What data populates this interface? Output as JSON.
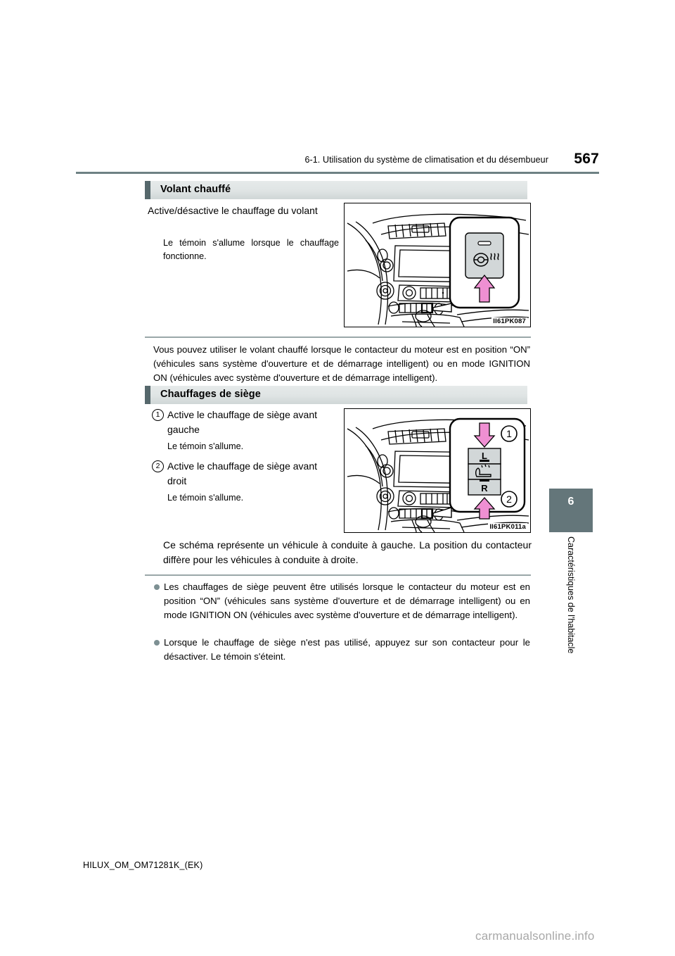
{
  "header": {
    "section_title": "6-1. Utilisation du système de climatisation et du désembueur",
    "page_number": "567"
  },
  "side_tab": {
    "chapter_number": "6",
    "chapter_label": "Caractéristiques de l'habitacle"
  },
  "sections": [
    {
      "id": "volant-chauffe",
      "title": "Volant chauffé",
      "lead": "Active/désactive le chauffage du volant",
      "sub": "Le témoin s'allume lorsque le chauffage fonctionne.",
      "figure_caption": "II61PK087",
      "note": "Vous pouvez utiliser le volant chauffé lorsque le contacteur du moteur est en position “ON” (véhicules sans système d'ouverture et de démarrage intelligent) ou en mode IGNITION ON (véhicules avec système d'ouverture et de démarrage intelligent)."
    },
    {
      "id": "chauffages-de-siege",
      "title": "Chauffages de siège",
      "items": [
        {
          "num": "1",
          "lead": "Active le chauffage de siège avant gauche",
          "sub": "Le témoin s'allume."
        },
        {
          "num": "2",
          "lead": "Active le chauffage de siège avant droit",
          "sub": "Le témoin s'allume."
        }
      ],
      "figure_caption": "II61PK011a",
      "figure_labels": {
        "left": "L",
        "right": "R",
        "callout_1": "1",
        "callout_2": "2"
      },
      "note": "Ce schéma représente un véhicule à conduite à gauche. La position du contacteur diffère pour les véhicules à conduite à droite.",
      "bullets": [
        "Les chauffages de siège peuvent être utilisés lorsque le contacteur du moteur est en position “ON” (véhicules sans système d'ouverture et de démarrage intelligent) ou en mode IGNITION ON (véhicules avec système d'ouverture et de démarrage intelligent).",
        "Lorsque le chauffage de siège n'est pas utilisé, appuyez sur son contacteur pour le désactiver. Le témoin s'éteint."
      ]
    }
  ],
  "footer": {
    "document_code": "HILUX_OM_OM71281K_(EK)",
    "watermark": "carmanualsonline.info"
  },
  "colors": {
    "rule": "#6e8184",
    "band_bar": "#56686c",
    "band_bg": "#dfe4e4",
    "side_tab": "#64767a",
    "bullet": "#7d9093",
    "arrow_pink": "#ef8fd2",
    "button_gray": "#d2d7d8"
  }
}
